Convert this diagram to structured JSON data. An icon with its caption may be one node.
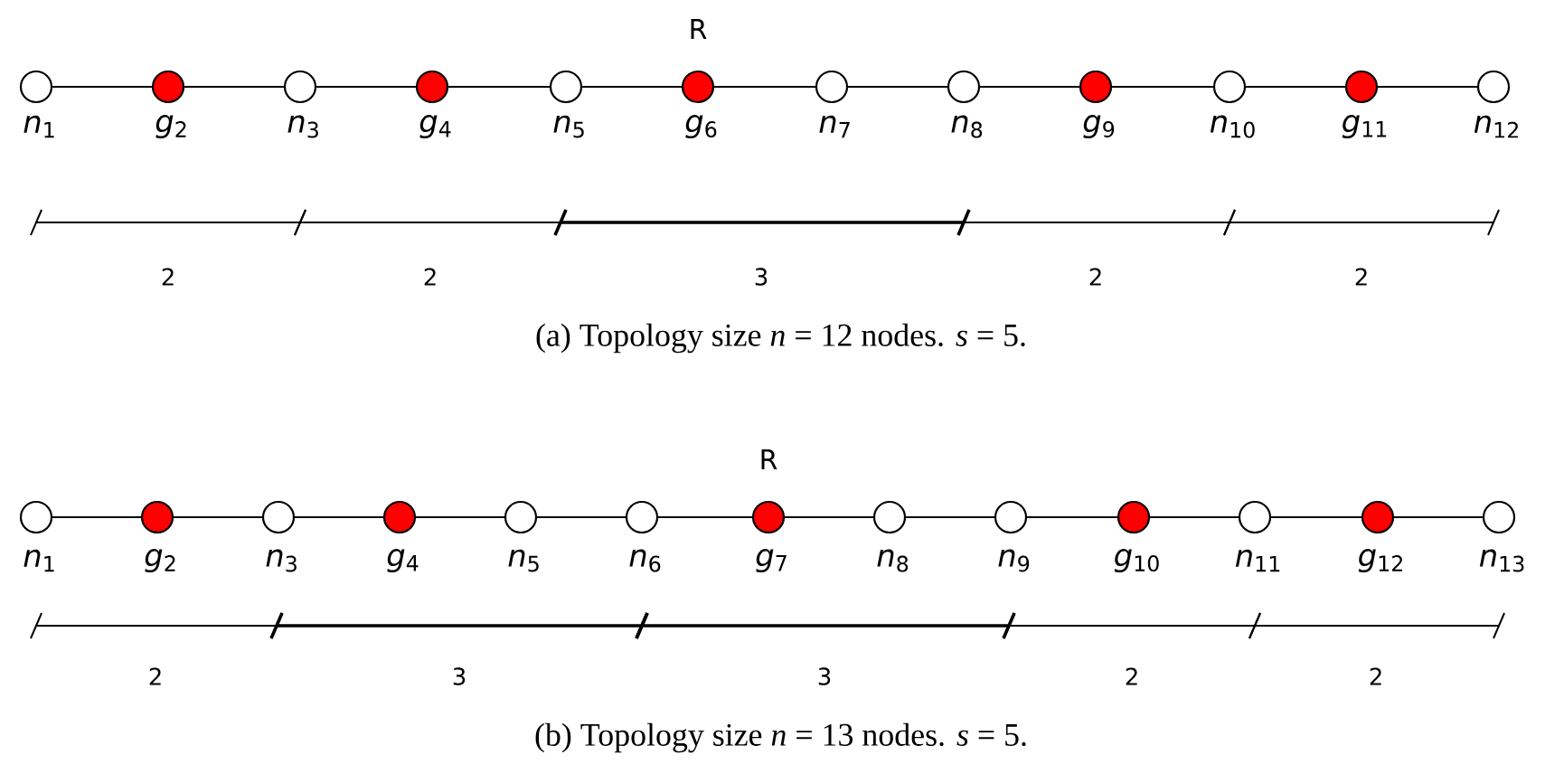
{
  "diagram": {
    "nodes": [
      {
        "text": [],
        "shape": "circle",
        "beside": [
          "*n*$_{1}$"
        ]
      },
      {
        "text": [],
        "shape": "circle",
        "beside": [
          "*g*$_{2}$"
        ]
      },
      {
        "text": [],
        "shape": "circle",
        "beside": [
          "*n*$_{3}$"
        ]
      },
      {
        "text": [],
        "shape": "circle",
        "beside": [
          "*g*$_{4}$"
        ]
      },
      {
        "text": [],
        "shape": "circle",
        "beside": [
          "*n*$_{5}$"
        ]
      },
      {
        "text": [],
        "shape": "circle",
        "beside": [
          "*g*$_{6}$"
        ]
      },
      {
        "text": [],
        "shape": "circle",
        "beside": [
          "*n*$_{7}$"
        ]
      },
      {
        "text": [],
        "shape": "circle",
        "beside": [
          "*n*$_{8}$"
        ]
      },
      {
        "text": [],
        "shape": "circle",
        "beside": [
          "*g*$_{9}$"
        ]
      },
      {
        "text": [],
        "shape": "circle",
        "beside": [
          "*n*$_{10}$"
        ]
      },
      {
        "text": [],
        "shape": "circle",
        "beside": [
          "*g*$_{11}$"
        ]
      },
      {
        "text": [],
        "shape": "circle",
        "beside": [
          "*n*$_{12}$"
        ]
      },
      {
        "text": [],
        "shape": "circle",
        "beside": [
          "*n*$_{1}$"
        ]
      },
      {
        "text": [],
        "shape": "circle",
        "beside": [
          "*g*$_{2}$"
        ]
      },
      {
        "text": [],
        "shape": "circle",
        "beside": [
          "*n*$_{3}$"
        ]
      },
      {
        "text": [],
        "shape": "circle",
        "beside": [
          "*g*$_{4}$"
        ]
      },
      {
        "text": [],
        "shape": "circle",
        "beside": [
          "*n*$_{5}$"
        ]
      },
      {
        "text": [],
        "shape": "circle",
        "beside": [
          "*n*$_{6}$"
        ]
      },
      {
        "text": [],
        "shape": "circle",
        "beside": [
          "*g*$_{7}$"
        ]
      },
      {
        "text": [],
        "shape": "circle",
        "beside": [
          "*n*$_{8}$"
        ]
      },
      {
        "text": [],
        "shape": "circle",
        "beside": [
          "*n*$_{9}$"
        ]
      },
      {
        "text": [],
        "shape": "circle",
        "beside": [
          "*g*$_{10}$"
        ]
      },
      {
        "text": [],
        "shape": "circle",
        "beside": [
          "*n*$_{11}$"
        ]
      },
      {
        "text": [],
        "shape": "circle",
        "beside": [
          "*g*$_{12}$"
        ]
      },
      {
        "text": [],
        "shape": "circle",
        "beside": [
          "*n*$_{13}$"
        ]
      }
    ],
    "edges": [
      {
        "from": 0,
        "to": 1,
        "arrow": "none"
      },
      {
        "from": 1,
        "to": 2,
        "arrow": "none"
      },
      {
        "from": 2,
        "to": 3,
        "arrow": "none"
      },
      {
        "from": 3,
        "to": 4,
        "arrow": "none"
      },
      {
        "from": 4,
        "to": 5,
        "arrow": "none"
      },
      {
        "from": 5,
        "to": 6,
        "arrow": "none"
      },
      {
        "from": 6,
        "to": 7,
        "arrow": "none"
      },
      {
        "from": 7,
        "to": 8,
        "arrow": "none"
      },
      {
        "from": 8,
        "to": 9,
        "arrow": "none"
      },
      {
        "from": 9,
        "to": 10,
        "arrow": "none"
      },
      {
        "from": 10,
        "to": 11,
        "arrow": "none"
      },
      {
        "from": 12,
        "to": 13,
        "arrow": "none"
      },
      {
        "from": 13,
        "to": 14,
        "arrow": "none"
      },
      {
        "from": 14,
        "to": 15,
        "arrow": "none"
      },
      {
        "from": 15,
        "to": 16,
        "arrow": "none"
      },
      {
        "from": 16,
        "to": 17,
        "arrow": "none"
      },
      {
        "from": 17,
        "to": 18,
        "arrow": "none"
      },
      {
        "from": 18,
        "to": 19,
        "arrow": "none"
      },
      {
        "from": 19,
        "to": 20,
        "arrow": "none"
      },
      {
        "from": 20,
        "to": 21,
        "arrow": "none"
      },
      {
        "from": 21,
        "to": 22,
        "arrow": "none"
      },
      {
        "from": 22,
        "to": 23,
        "arrow": "none"
      },
      {
        "from": 23,
        "to": 24,
        "arrow": "none"
      }
    ],
    "labels": [
      "R",
      "2",
      "2",
      "3",
      "2",
      "2",
      "(a) Topology size *n* = 12 nodes. *s* = 5.",
      "R",
      "2",
      "3",
      "3",
      "2",
      "2",
      "(b) Topology size *n* = 13 nodes. *s* = 5."
    ]
  }
}
